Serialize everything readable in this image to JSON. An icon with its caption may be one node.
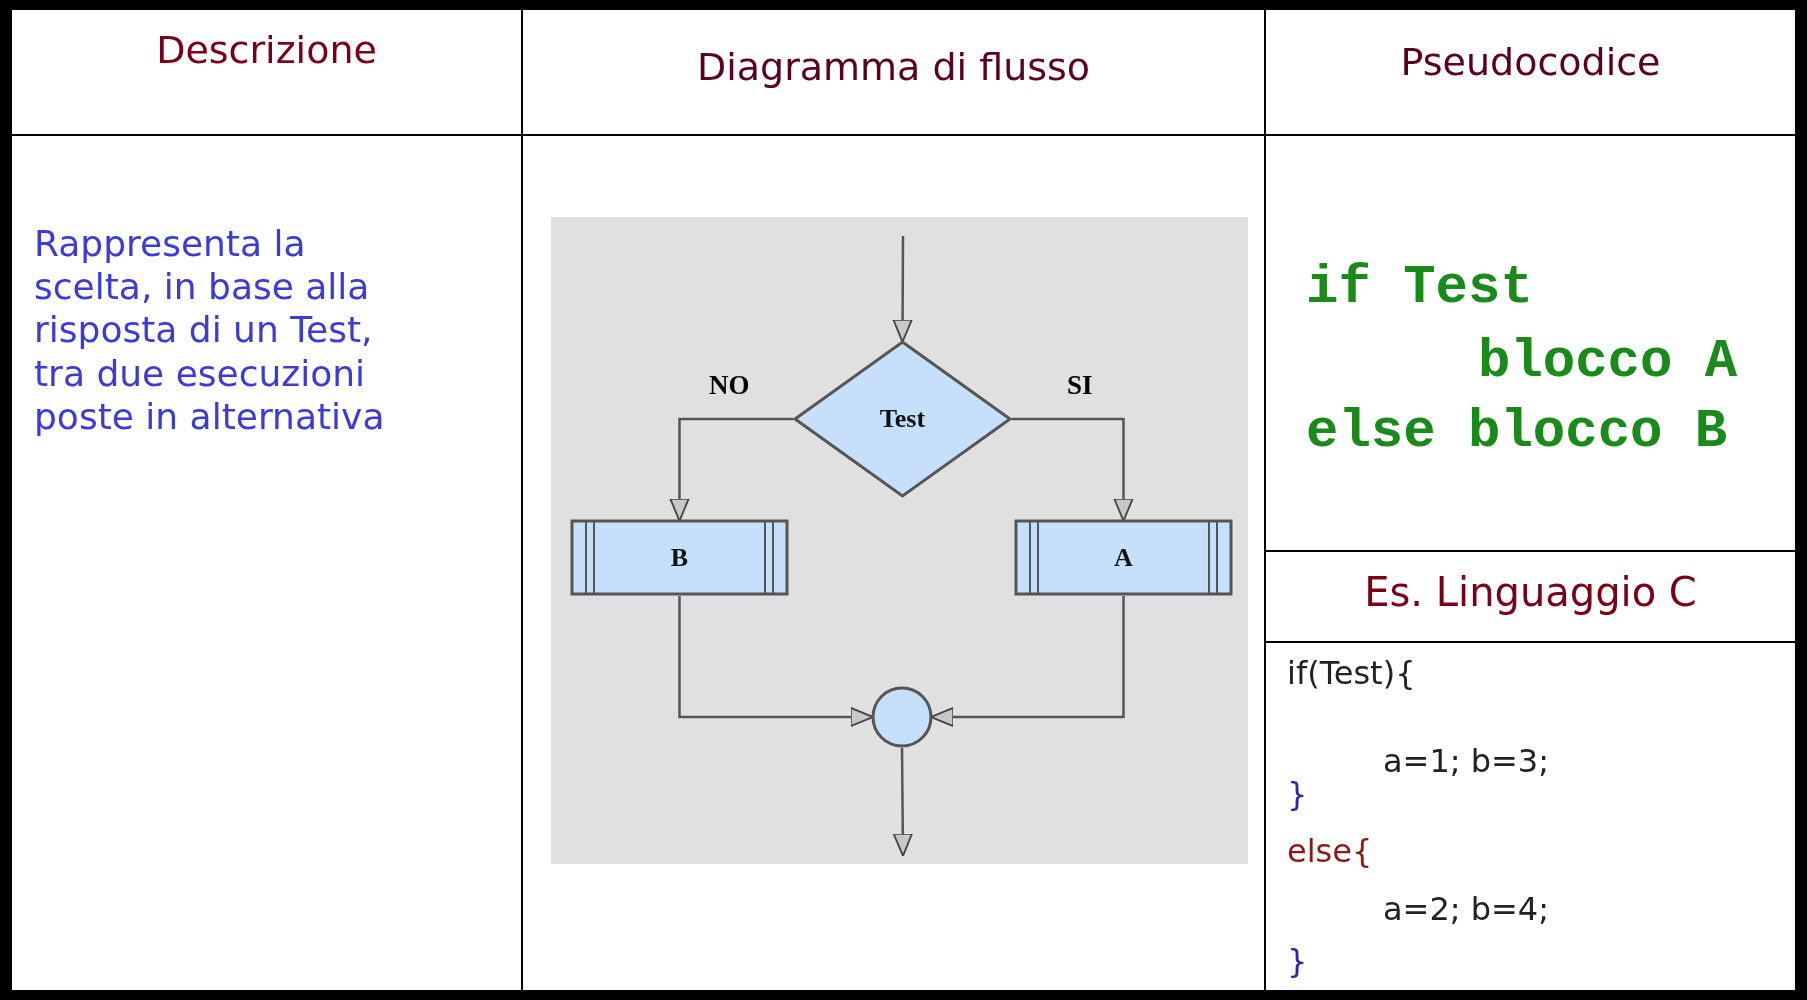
{
  "diagram": {
    "nodes": [
      {
        "text": [
          "Test"
        ]
      },
      {
        "text": [
          "B"
        ]
      },
      {
        "text": [
          "A"
        ]
      },
      {
        "text": [],
        "shape": "circle"
      }
    ],
    "edges": [
      {
        "from": null,
        "to": 0,
        "arrow": "to"
      },
      {
        "from": 0,
        "to": 1,
        "arrow": "to",
        "label": "NO"
      },
      {
        "from": 0,
        "to": 2,
        "arrow": "to",
        "label": "SI"
      },
      {
        "from": 1,
        "to": 3,
        "arrow": "to"
      },
      {
        "from": 2,
        "to": 3,
        "arrow": "to"
      },
      {
        "from": 3,
        "to": null,
        "arrow": "to"
      }
    ],
    "labels": [
      "Descrizione",
      "Diagramma di flusso",
      "Pseudocodice",
      "Rappresenta la scelta, in base alla risposta di un Test, tra due esecuzioni poste in alternativa",
      "if Test",
      "blocco A",
      "else blocco B",
      "Es. Linguaggio C",
      "if(Test){",
      "a=1; b=3;",
      "}",
      "else{",
      "a=2; b=4;",
      "}"
    ]
  }
}
